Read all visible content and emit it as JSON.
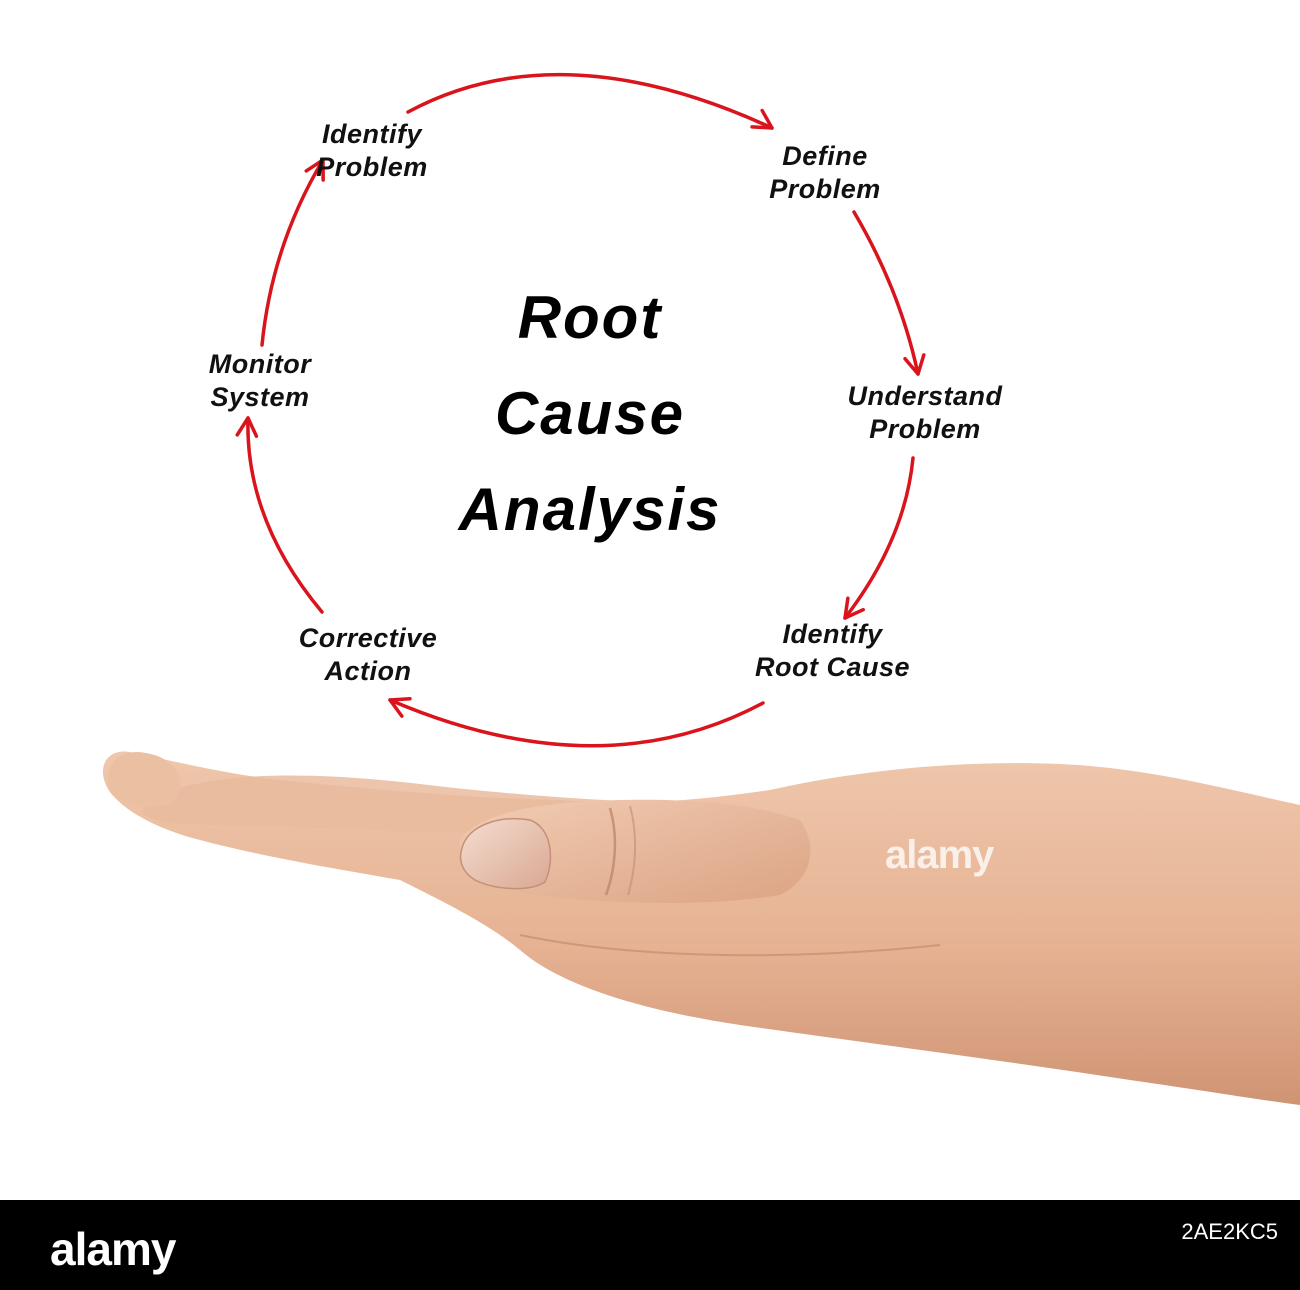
{
  "diagram": {
    "title_lines": [
      "Root",
      "Cause",
      "Analysis"
    ],
    "steps": [
      {
        "lines": [
          "Identify",
          "Problem"
        ]
      },
      {
        "lines": [
          "Define",
          "Problem"
        ]
      },
      {
        "lines": [
          "Understand",
          "Problem"
        ]
      },
      {
        "lines": [
          "Identify",
          "Root Cause"
        ]
      },
      {
        "lines": [
          "Corrective",
          "Action"
        ]
      },
      {
        "lines": [
          "Monitor",
          "System"
        ]
      }
    ],
    "arrow_color": "#d9141c",
    "text_color": "#111111"
  },
  "photo": {
    "subject": "open-palm-hand",
    "skin_color": "#e7b596"
  },
  "watermark": "alamy",
  "footer": {
    "brand": "alamy",
    "image_id": "2AE2KC5",
    "background": "#000000"
  }
}
